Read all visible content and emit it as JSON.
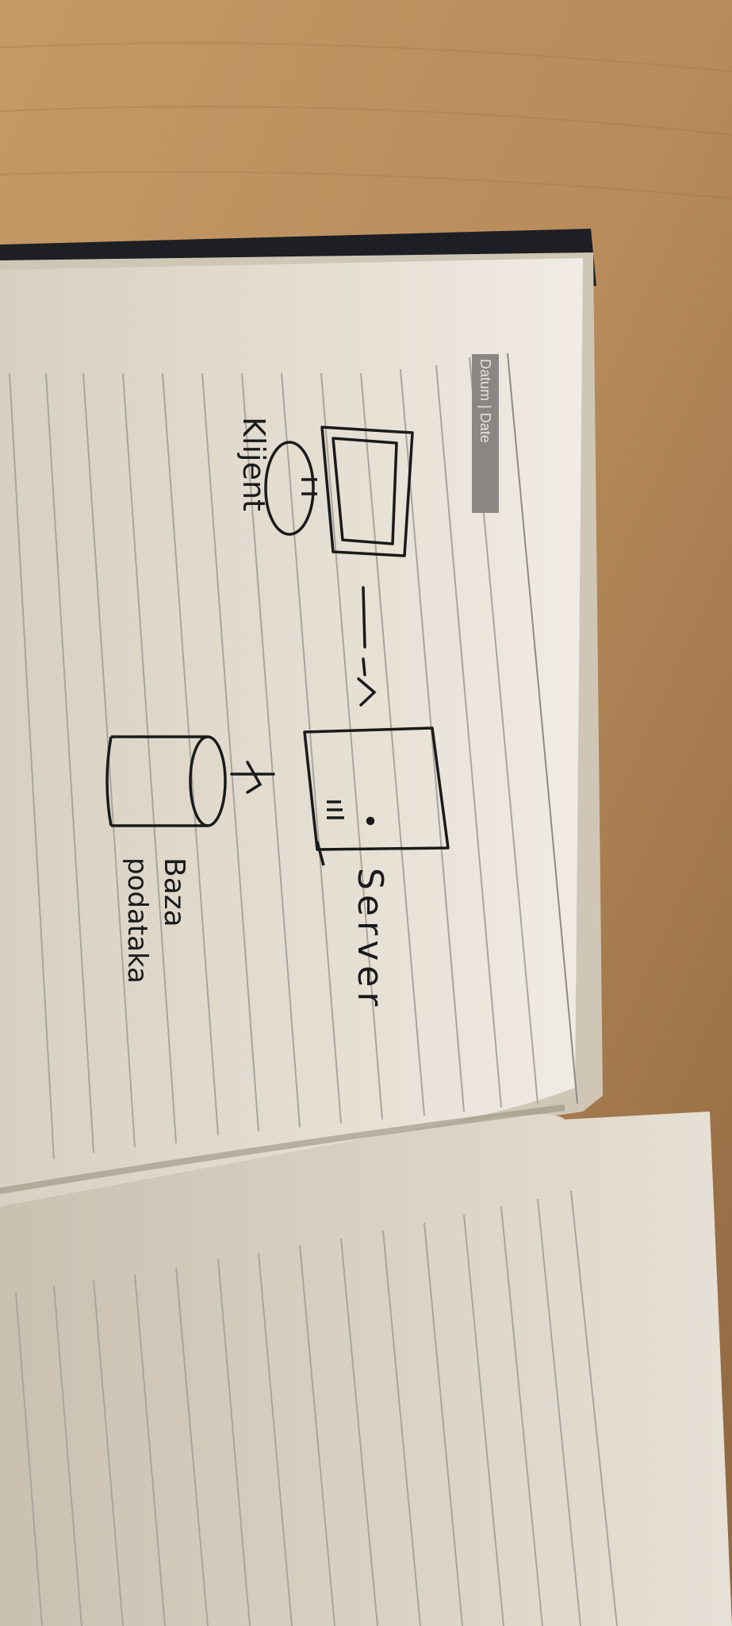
{
  "notebook": {
    "date_label": "Datum | Date"
  },
  "sketch": {
    "client_label": "Klijent",
    "server_label": "Server",
    "database_label_line1": "Baza",
    "database_label_line2": "podataka"
  },
  "colors": {
    "desk": "#a97f52",
    "page": "#e7e0d4",
    "ink": "#1a1a1a",
    "cover": "#1d1f24"
  }
}
